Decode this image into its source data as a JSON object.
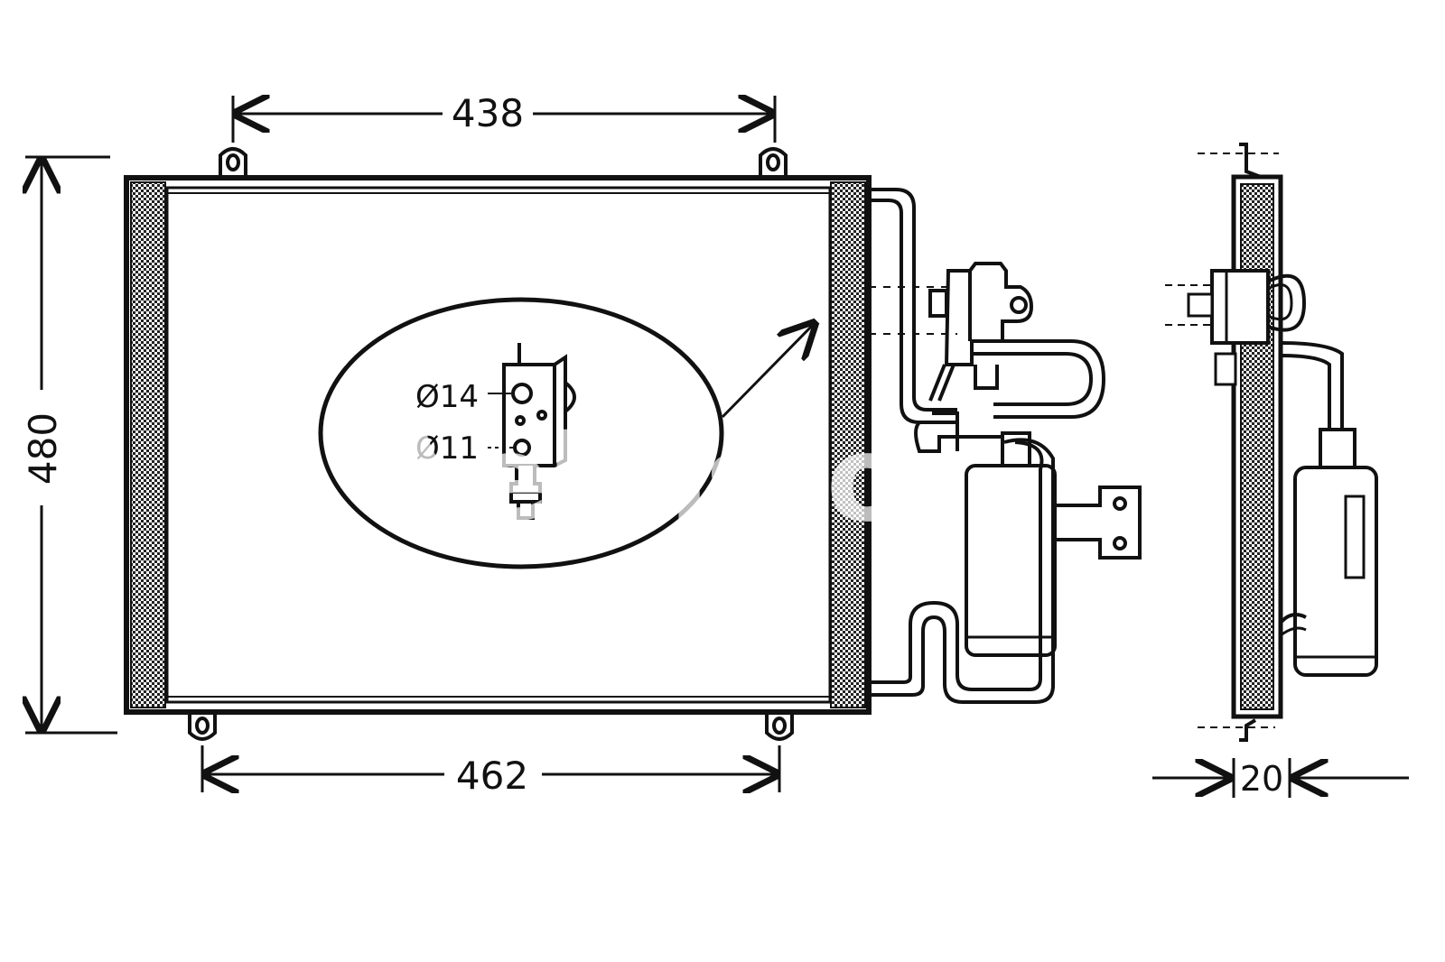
{
  "dimensions": {
    "top_width": "438",
    "bottom_width": "462",
    "height": "480",
    "depth": "20"
  },
  "callouts": {
    "port_large": "Ø14",
    "port_small": "Ø11"
  },
  "watermark": {
    "text": "ebasto"
  },
  "colors": {
    "line": "#111111",
    "core_hatch": "#555555",
    "background": "#ffffff"
  }
}
